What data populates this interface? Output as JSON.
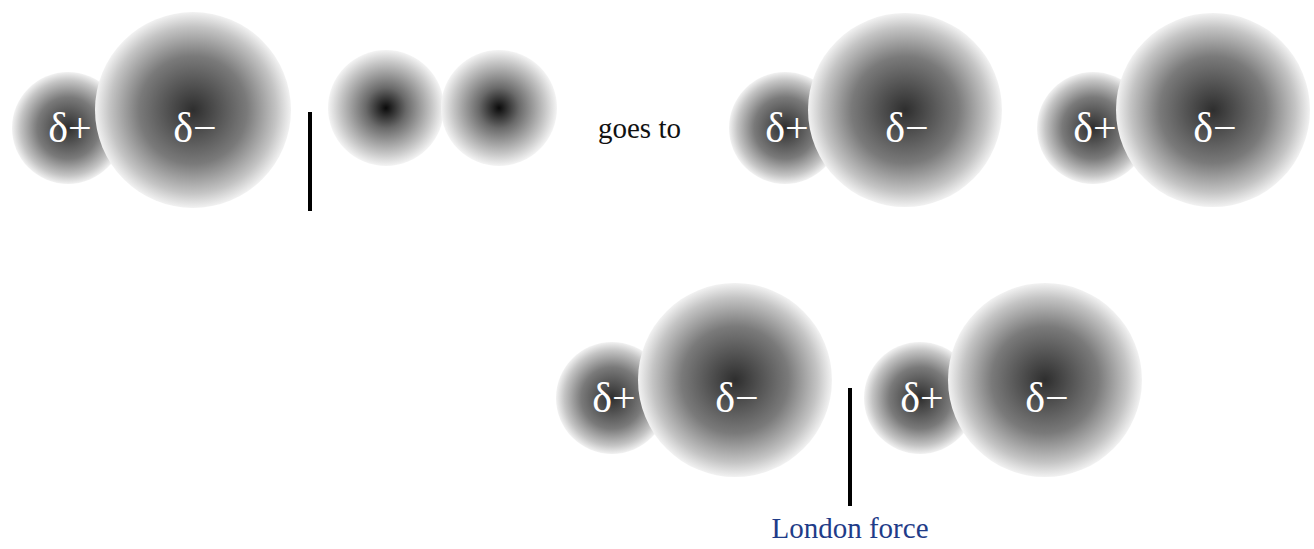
{
  "diagram": {
    "nodes": [
      {
        "text": [
          "δ+",
          "δ−"
        ]
      },
      {
        "text": [
          "δ+",
          "δ−"
        ]
      },
      {
        "text": [
          "δ+",
          "δ−"
        ]
      },
      {
        "text": [
          "δ+",
          "δ−"
        ]
      },
      {
        "text": [
          "δ+",
          "δ−"
        ]
      }
    ],
    "labels": [
      "goes to",
      "London force"
    ]
  }
}
